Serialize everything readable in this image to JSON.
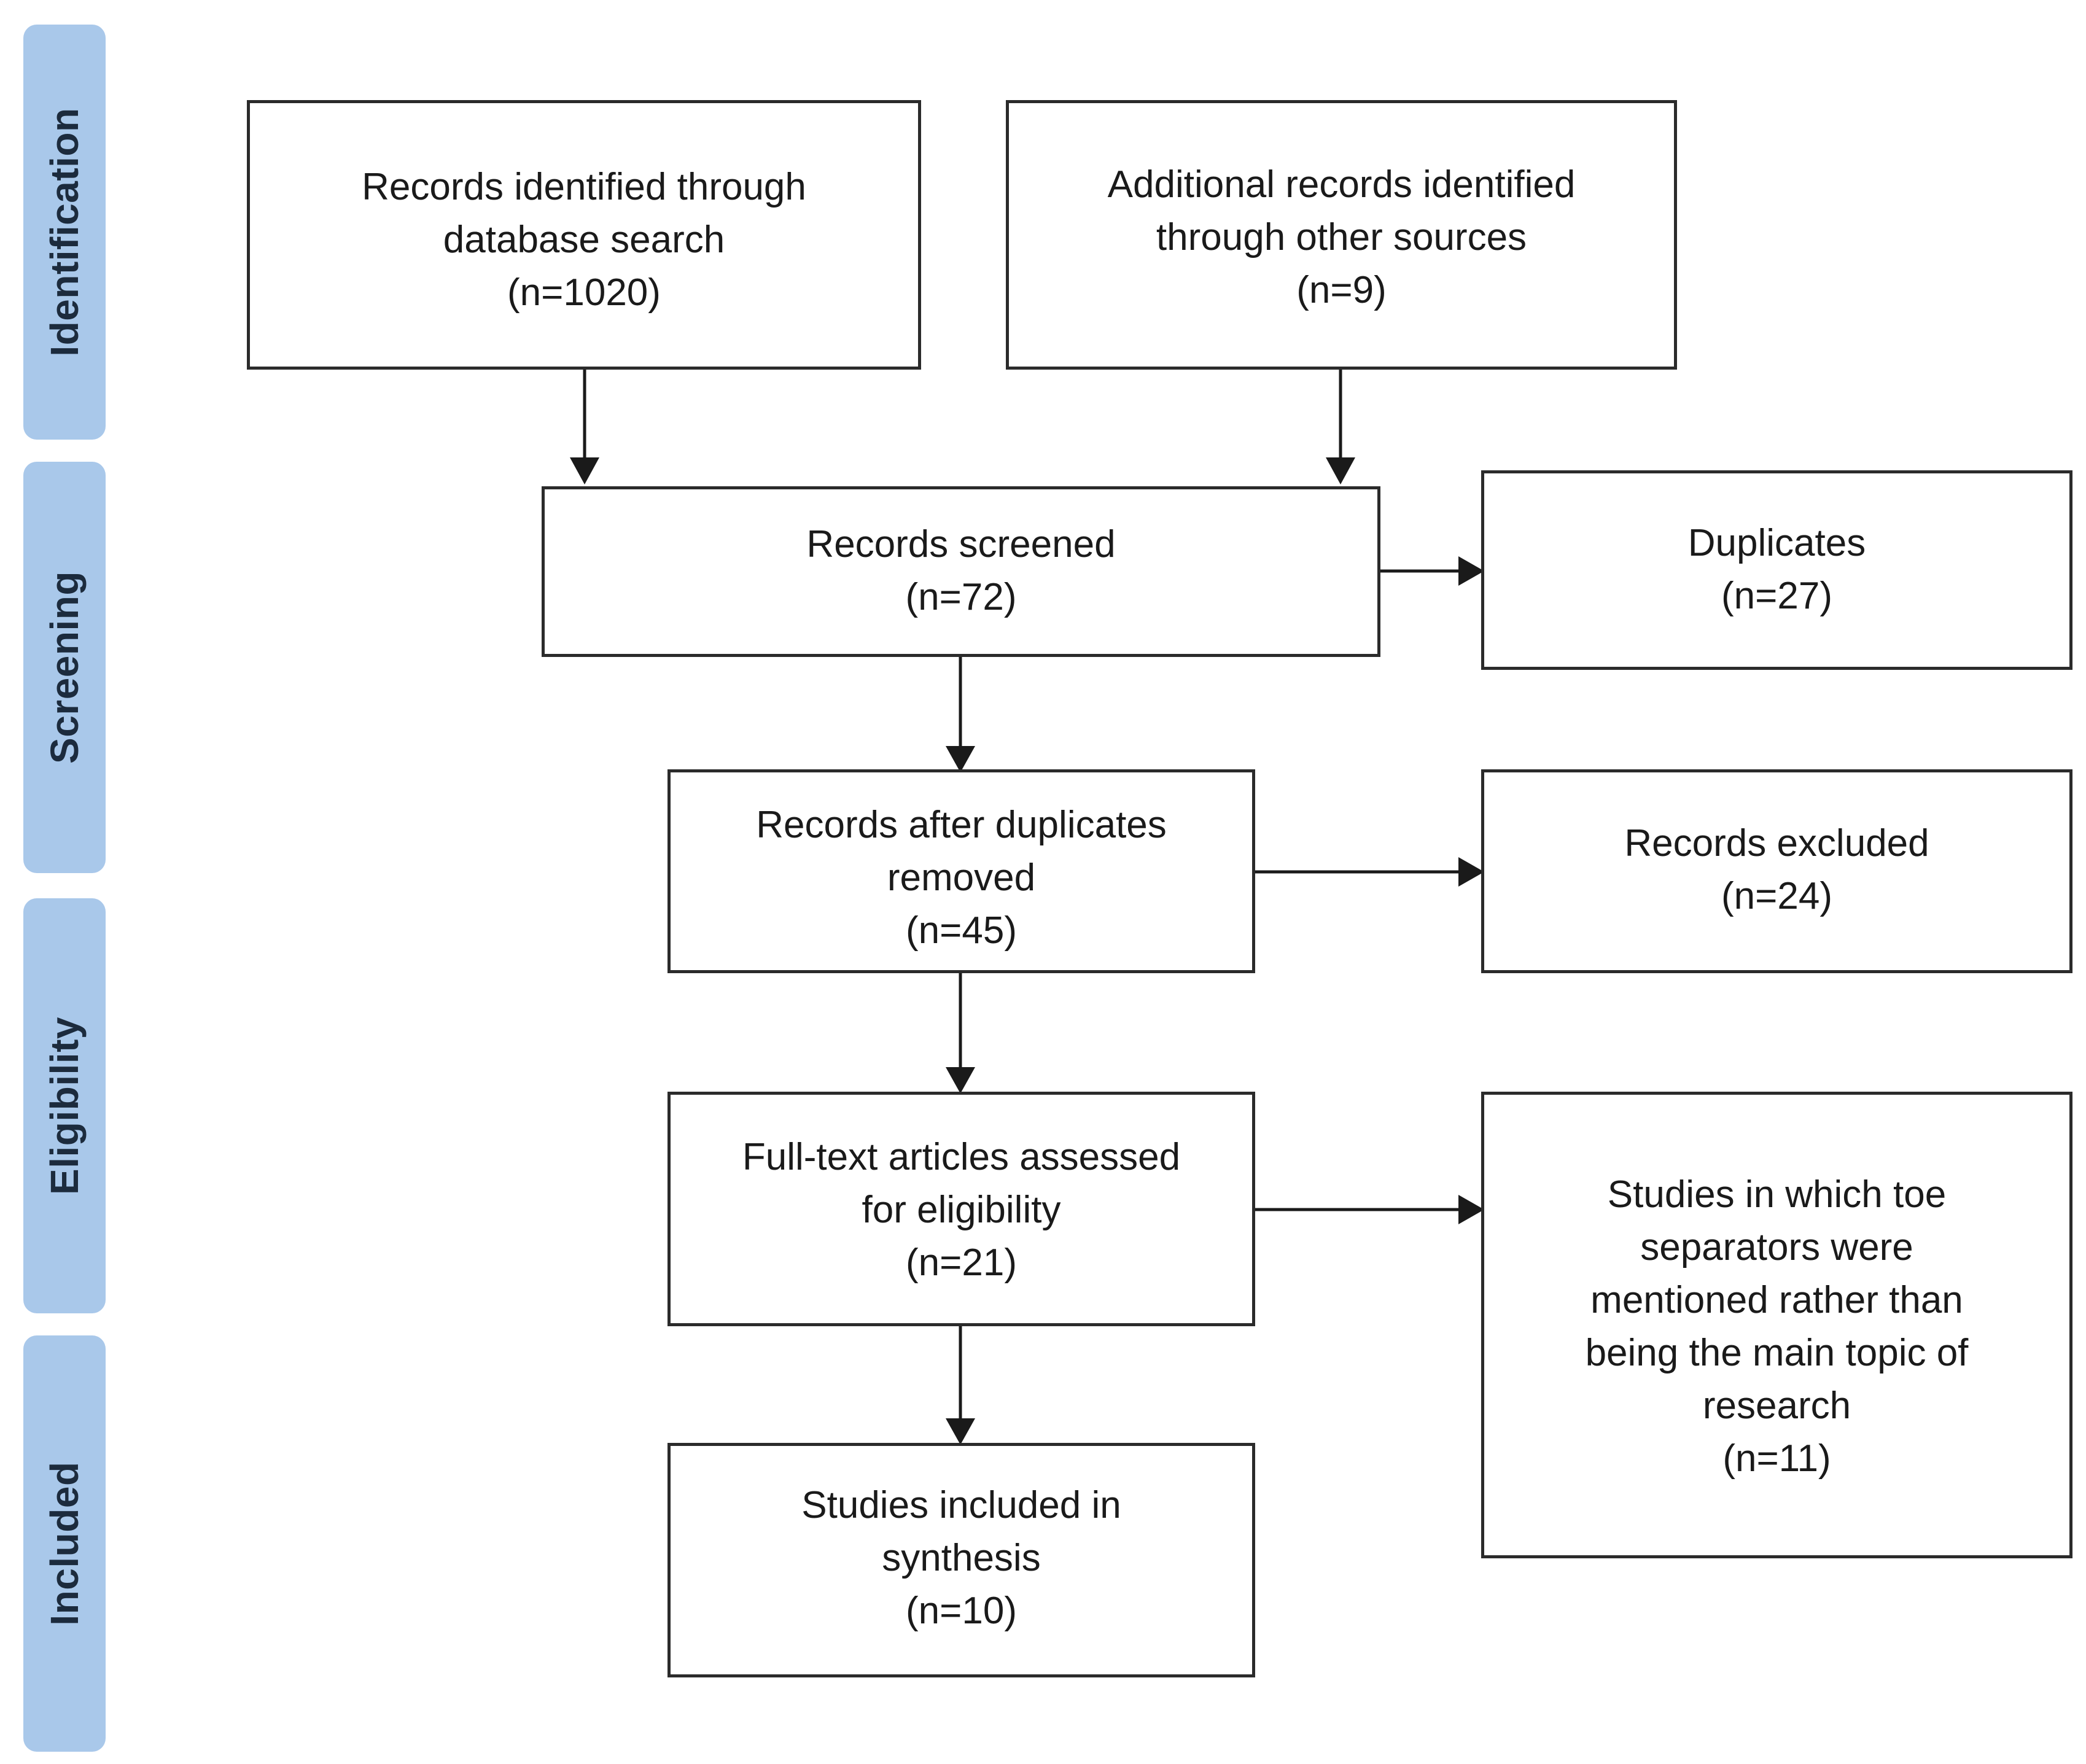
{
  "phases": {
    "identification": "Identification",
    "screening": "Screening",
    "eligibility": "Eligibility",
    "included": "Included"
  },
  "boxes": {
    "database_search": {
      "text": "Records identified through\ndatabase search",
      "count": "(n=1020)"
    },
    "other_sources": {
      "text": "Additional records identified\nthrough other sources",
      "count": "(n=9)"
    },
    "screened": {
      "text": "Records screened",
      "count": "(n=72)"
    },
    "duplicates": {
      "text": "Duplicates",
      "count": "(n=27)"
    },
    "after_duplicates": {
      "text": "Records after duplicates\nremoved",
      "count": "(n=45)"
    },
    "excluded": {
      "text": "Records excluded",
      "count": "(n=24)"
    },
    "full_text": {
      "text": "Full-text articles assessed\nfor eligibility",
      "count": "(n=21)"
    },
    "studies_mentioned": {
      "text": "Studies  in which toe\nseparators were\nmentioned rather than\nbeing the main topic of\nresearch",
      "count": "(n=11)"
    },
    "included_synthesis": {
      "text": "Studies included in\nsynthesis",
      "count": "(n=10)"
    }
  }
}
